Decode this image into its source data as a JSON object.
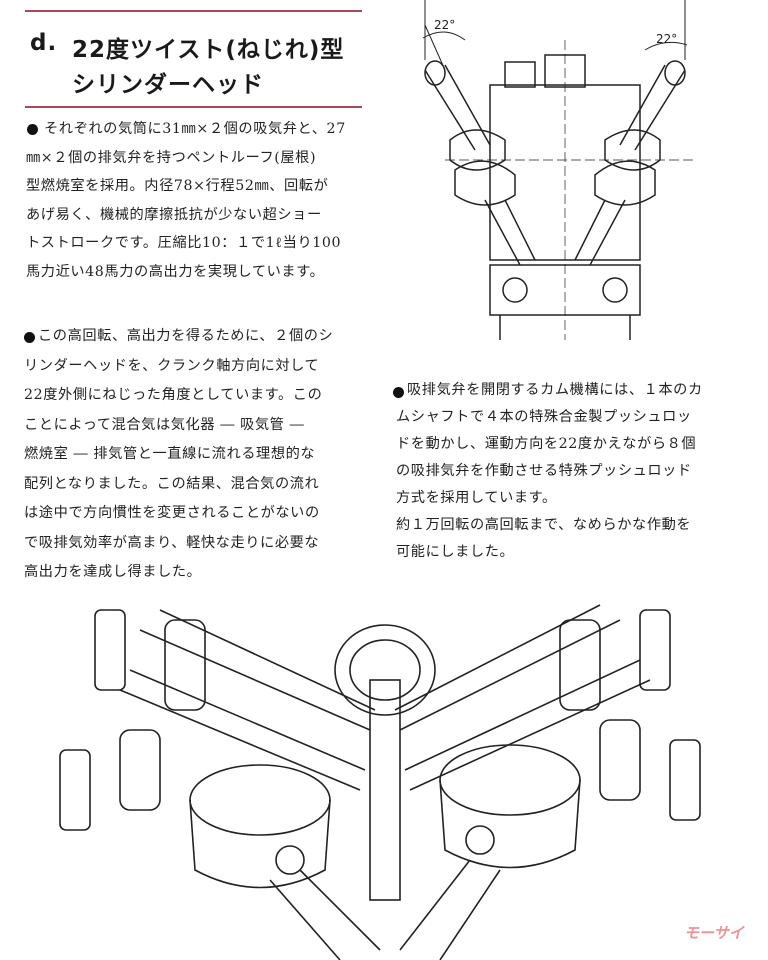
{
  "heading": {
    "label": "d.",
    "line1": "22度ツイスト(ねじれ)型",
    "line2": "シリンダーヘッド"
  },
  "paragraph1": [
    "それぞれの気筒に31㎜×２個の吸気弁と、27",
    "㎜×２個の排気弁を持つペントルーフ(屋根)",
    "型燃焼室を採用。内径78×行程52㎜、回転が",
    "あげ易く、機械的摩擦抵抗が少ない超ショー",
    "トストロークです。圧縮比10：１で1ℓ当り100",
    "馬力近い48馬力の高出力を実現しています。"
  ],
  "paragraph2": [
    "この高回転、高出力を得るために、２個のシ",
    "リンダーヘッドを、クランク軸方向に対して",
    "22度外側にねじった角度としています。この",
    "ことによって混合気は気化器 ― 吸気管 ―",
    "燃焼室 ― 排気管と一直線に流れる理想的な",
    "配列となりました。この結果、混合気の流れ",
    "は途中で方向慣性を変更されることがないの",
    "で吸排気効率が高まり、軽快な走りに必要な",
    "高出力を達成し得ました。"
  ],
  "paragraph3": [
    "吸排気弁を開閉するカム機構には、１本のカ",
    "ムシャフトで４本の特殊合金製プッシュロッ",
    "ドを動かし、運動方向を22度かえながら８個",
    "の吸排気弁を作動させる特殊プッシュロッド",
    "方式を採用しています。",
    "約１万回転の高回転まで、なめらかな作動を",
    "可能にしました。"
  ],
  "diagram": {
    "angle_left": "22°",
    "angle_right": "22°"
  },
  "watermark": "モーサイ",
  "colors": {
    "rule": "#a84a5e",
    "watermark": "#e8707a"
  }
}
